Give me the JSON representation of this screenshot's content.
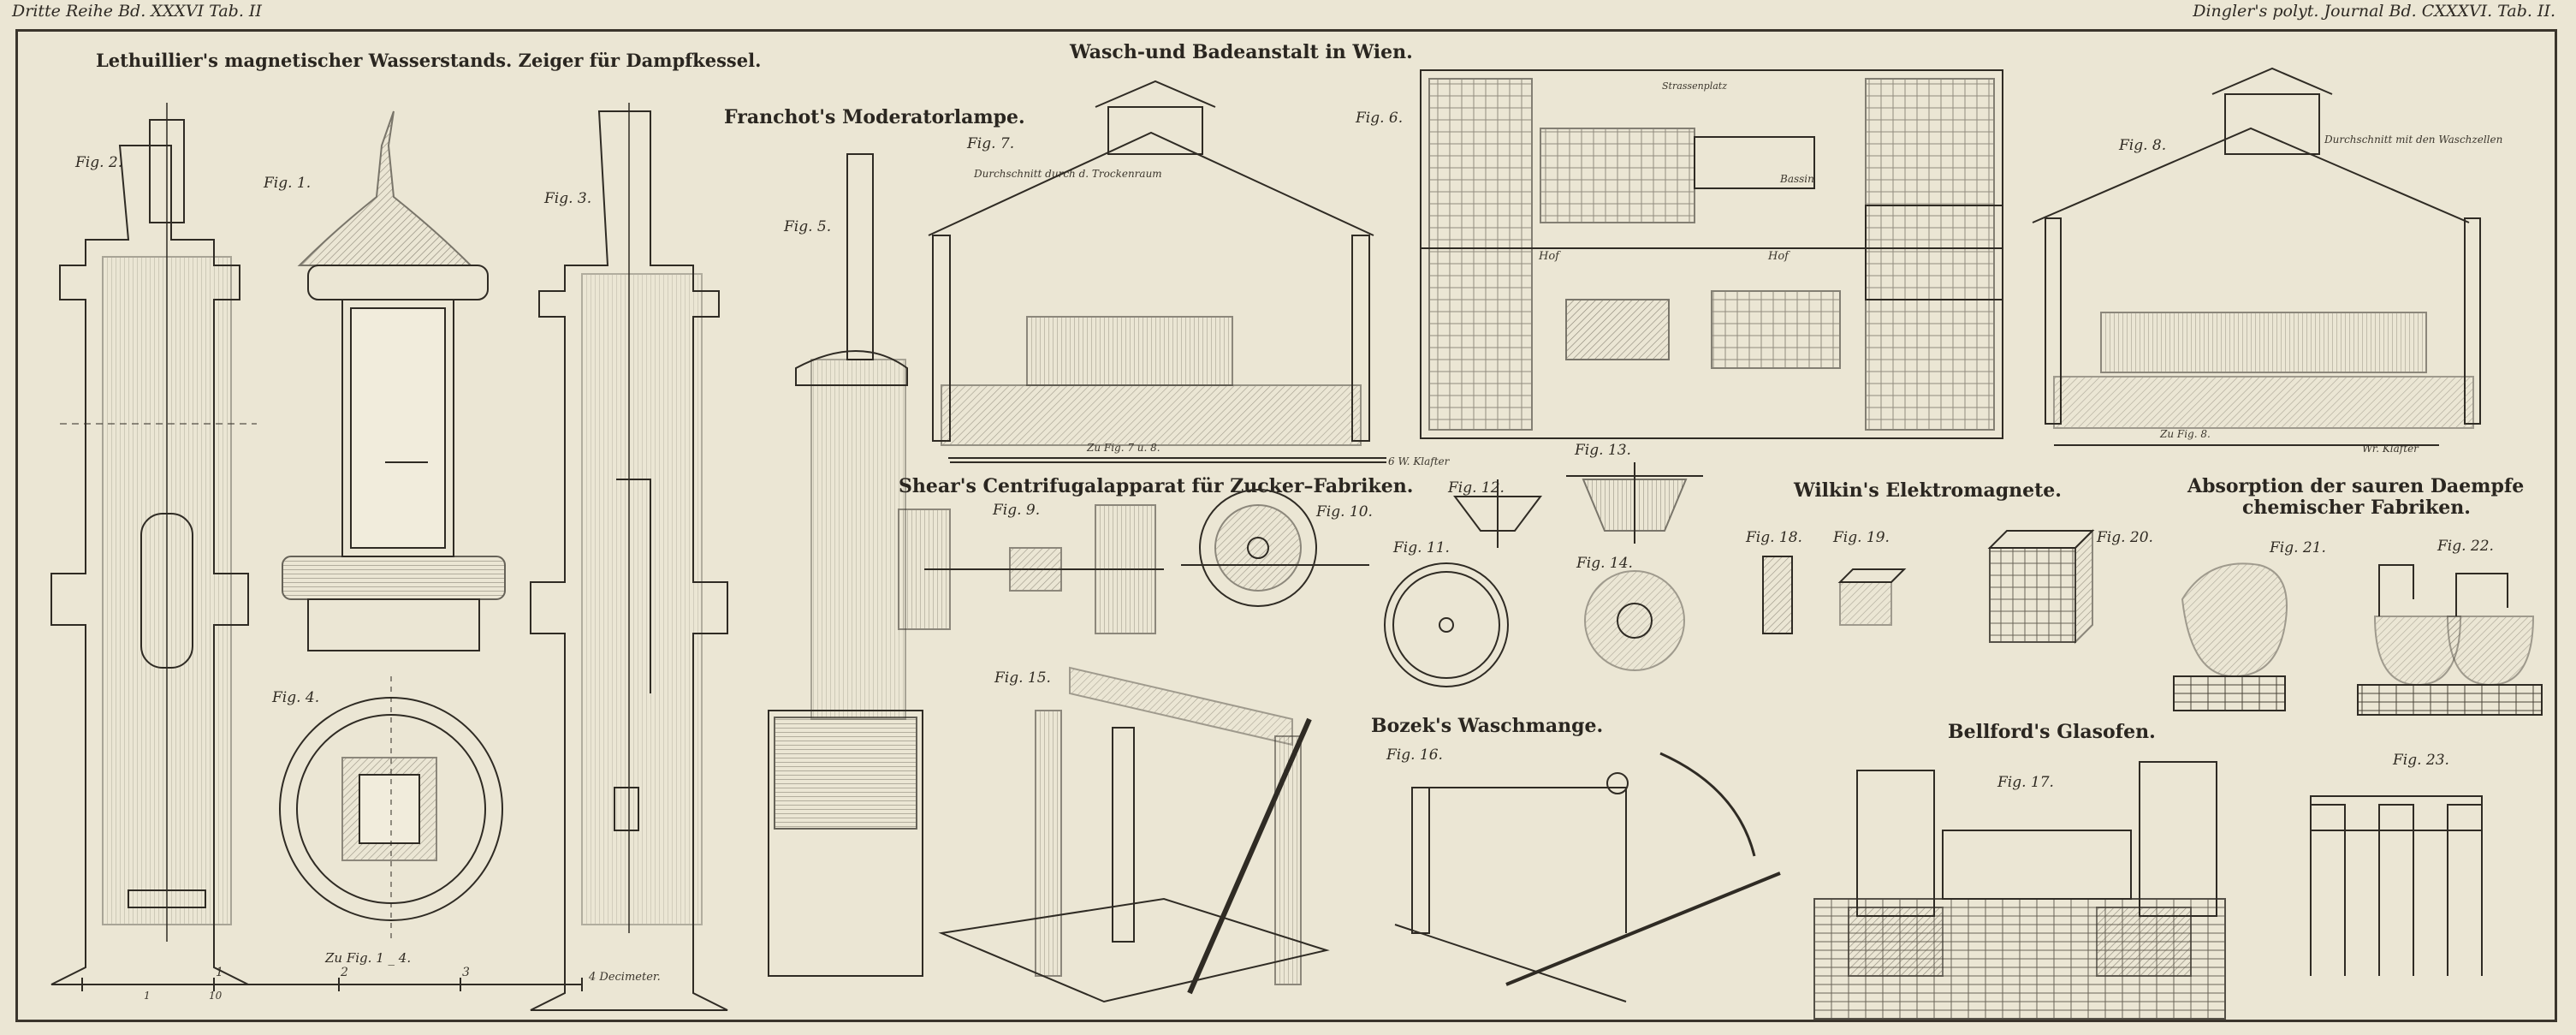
{
  "header": {
    "left": "Dritte Reihe Bd. XXXVI Tab. II",
    "right": "Dingler's polyt. Journal Bd. CXXXVI. Tab. II."
  },
  "titles": {
    "lethuillier": "Lethuillier's magnetischer Wasserstands. Zeiger für Dampfkessel.",
    "franchot": "Franchot's Moderatorlampe.",
    "wasch": "Wasch-und Badeanstalt in Wien.",
    "shear": "Shear's Centrifugalapparat für Zucker–Fabriken.",
    "wilkin": "Wilkin's Elektromagnete.",
    "absorption_1": "Absorption der sauren Daempfe",
    "absorption_2": "chemischer Fabriken.",
    "bozek": "Bozek's Waschmange.",
    "bellford": "Bellford's Glasofen."
  },
  "figure_labels": {
    "f1": "Fig. 1.",
    "f2": "Fig. 2.",
    "f3": "Fig. 3.",
    "f4": "Fig. 4.",
    "f5": "Fig. 5.",
    "f6": "Fig. 6.",
    "f7": "Fig. 7.",
    "f8": "Fig. 8.",
    "f9": "Fig. 9.",
    "f10": "Fig. 10.",
    "f11": "Fig. 11.",
    "f12": "Fig. 12.",
    "f13": "Fig. 13.",
    "f14": "Fig. 14.",
    "f15": "Fig. 15.",
    "f16": "Fig. 16.",
    "f17": "Fig. 17.",
    "f18": "Fig. 18.",
    "f19": "Fig. 19.",
    "f20": "Fig. 20.",
    "f21": "Fig. 21.",
    "f22": "Fig. 22.",
    "f23": "Fig. 23."
  },
  "captions": {
    "scale_14": "Zu Fig. 1 _ 4.",
    "scale_14_unit": "4 Decimeter.",
    "scale_78": "Zu Fig. 7 u. 8.",
    "scale_78_unit": "6 W. Klafter",
    "scale_8": "Zu Fig. 8.",
    "scale_8_unit": "Wr. Klafter",
    "section_7": "Durchschnitt durch d. Trockenraum",
    "section_8": "Durchschnitt mit den Waschzellen",
    "plan_hof_1": "Hof",
    "plan_hof_2": "Hof",
    "plan_bassin": "Bassin",
    "plan_strasse": "Strassenplatz"
  },
  "scale_numbers": [
    "1",
    "2",
    "3",
    "1",
    "10"
  ]
}
